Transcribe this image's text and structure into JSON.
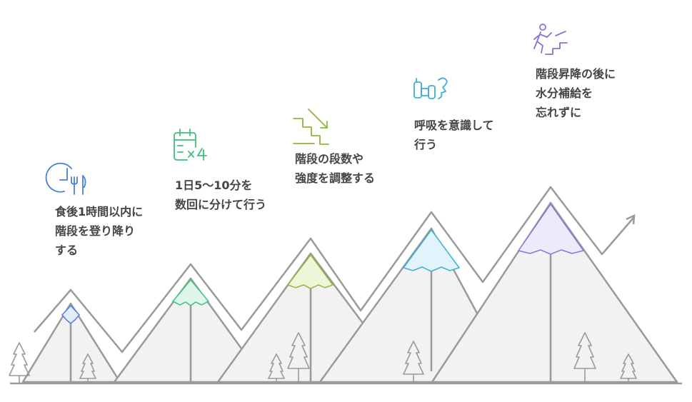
{
  "colors": {
    "outline": "#9a9a9a",
    "mountain_fill": "#f2f2f2",
    "step1": "#4a7fd6",
    "step2": "#3fc07a",
    "step3": "#8db83a",
    "step4": "#3aaed8",
    "step5": "#8a72d8"
  },
  "steps": [
    {
      "icon": "clock-utensils-icon",
      "lines": [
        "食後1時間以内に",
        "階段を登り降り",
        "する"
      ]
    },
    {
      "icon": "calendar-x4-icon",
      "lines": [
        "1日5〜10分を",
        "数回に分けて行う"
      ]
    },
    {
      "icon": "stairs-down-arrow-icon",
      "lines": [
        "階段の段数や",
        "強度を調整する"
      ]
    },
    {
      "icon": "inhaler-breath-icon",
      "lines": [
        "呼吸を意識して",
        "行う"
      ]
    },
    {
      "icon": "climbing-person-icon",
      "lines": [
        "階段昇降の後に",
        "水分補給を",
        "忘れずに"
      ]
    }
  ]
}
